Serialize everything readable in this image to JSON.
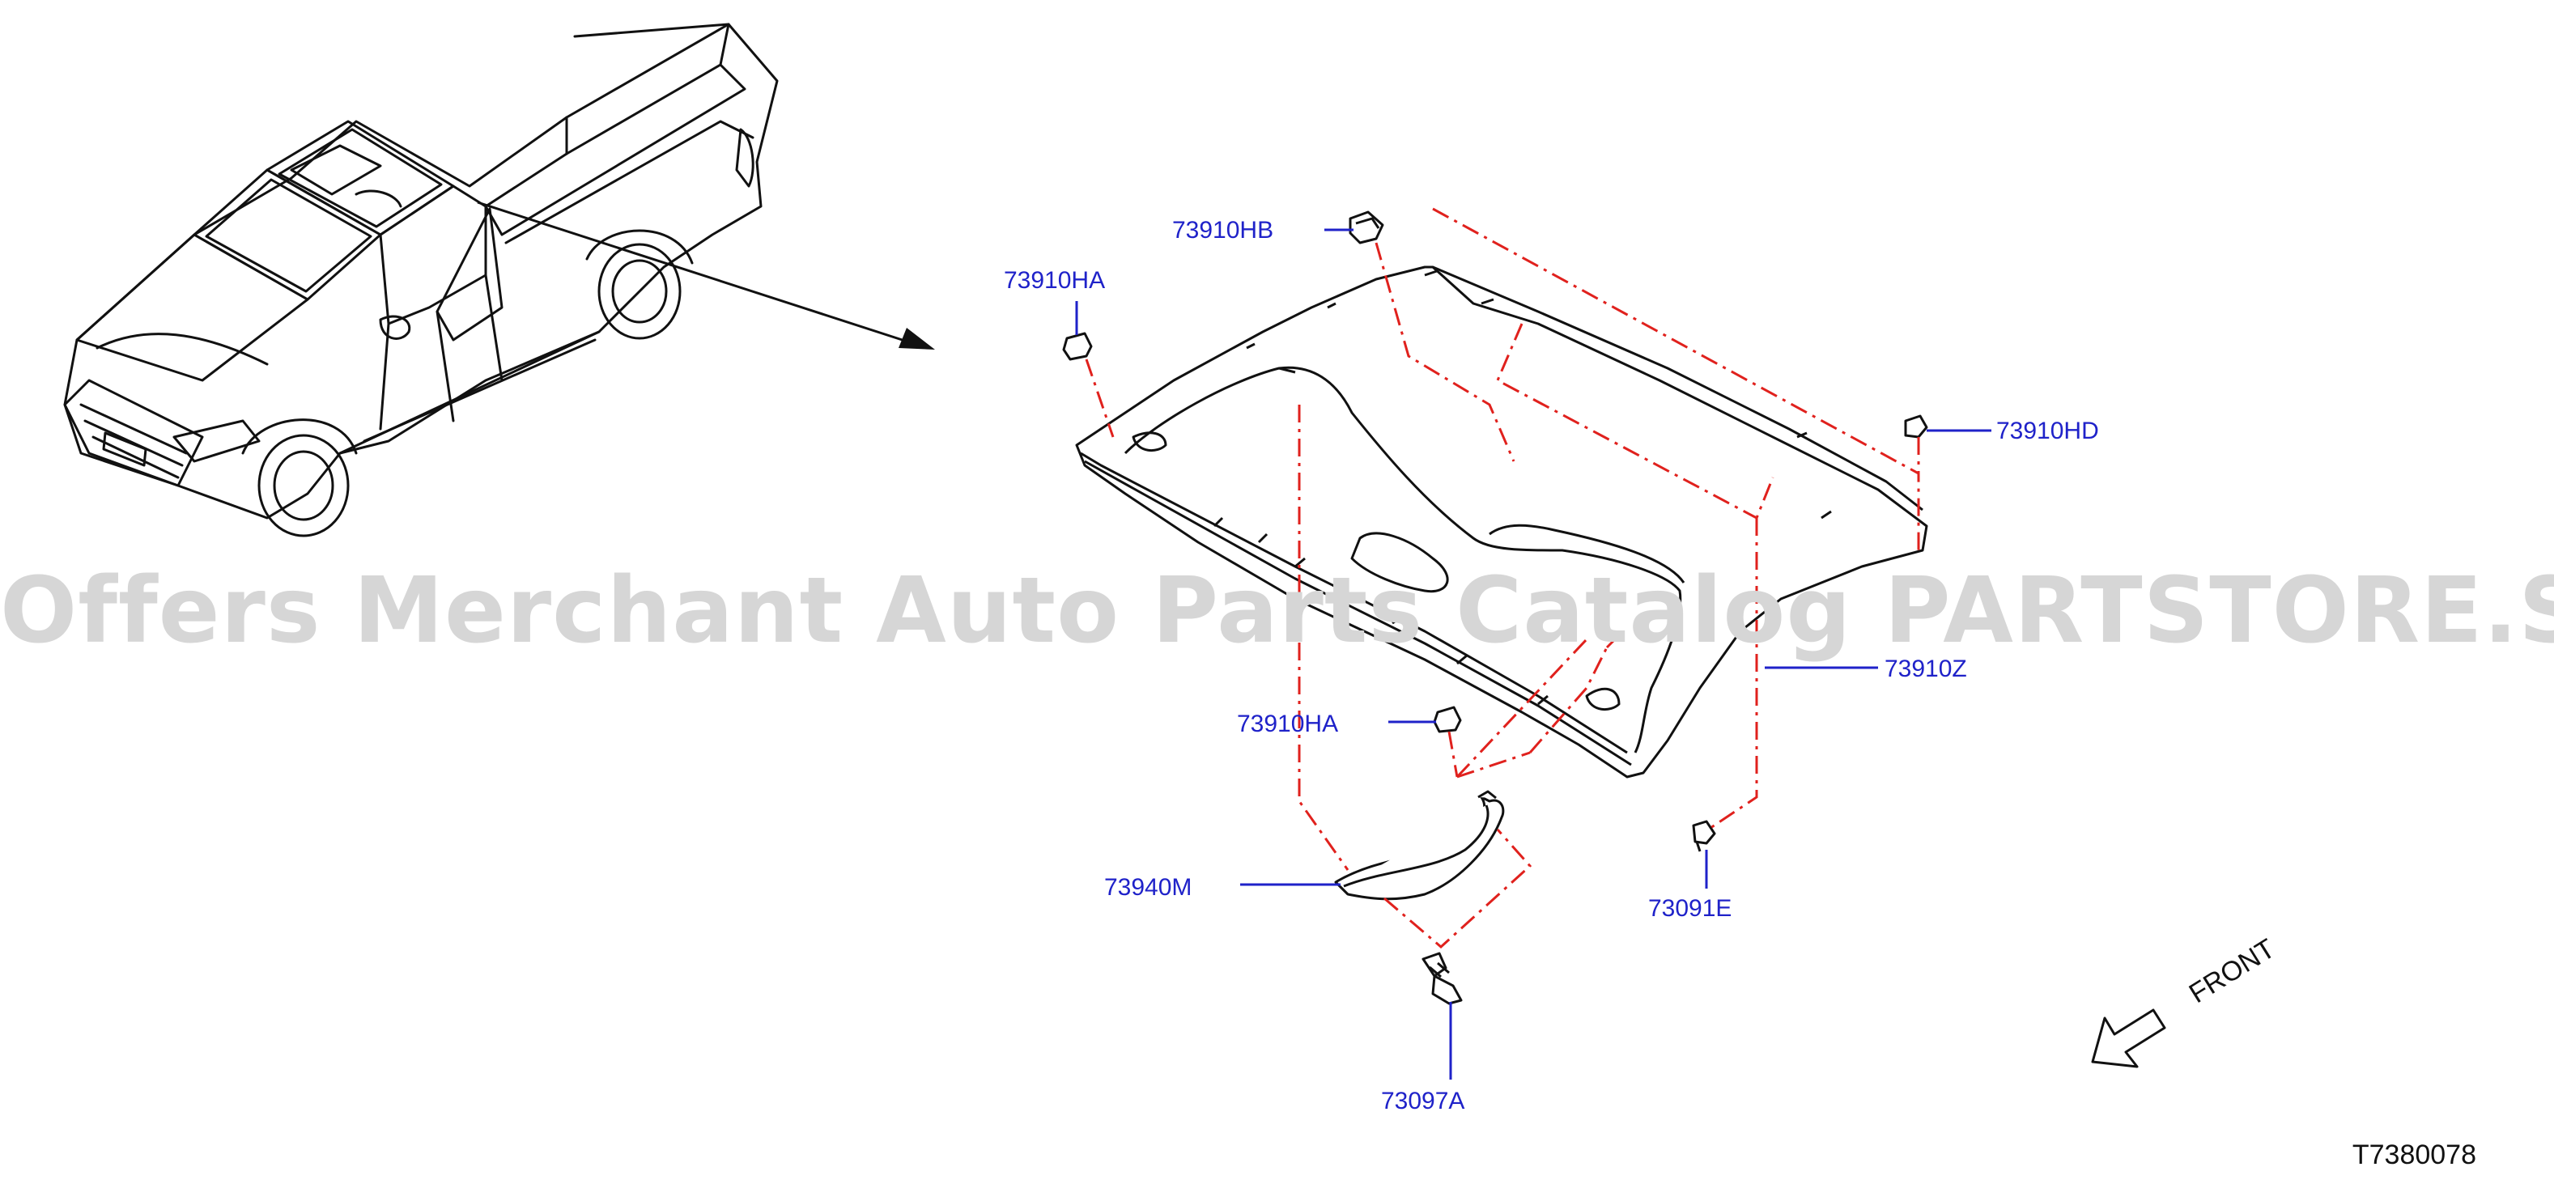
{
  "watermark": "Offers Merchant Auto Parts Catalog PARTSTORE.SA",
  "figure_code": "T7380078",
  "front_label": "FRONT",
  "parts": {
    "clip_ha_top": "73910HA",
    "clip_hb": "73910HB",
    "clip_hd": "73910HD",
    "headlining": "73910Z",
    "clip_ha_mid": "73910HA",
    "grip": "73940M",
    "clip_e": "73091E",
    "screw": "73097A"
  },
  "colors": {
    "callout_text": "#1f22c9",
    "leader_line": "#1f22c9",
    "dash_line": "#e0211d",
    "drawing": "#111111",
    "watermark": "#d6d6d6"
  }
}
